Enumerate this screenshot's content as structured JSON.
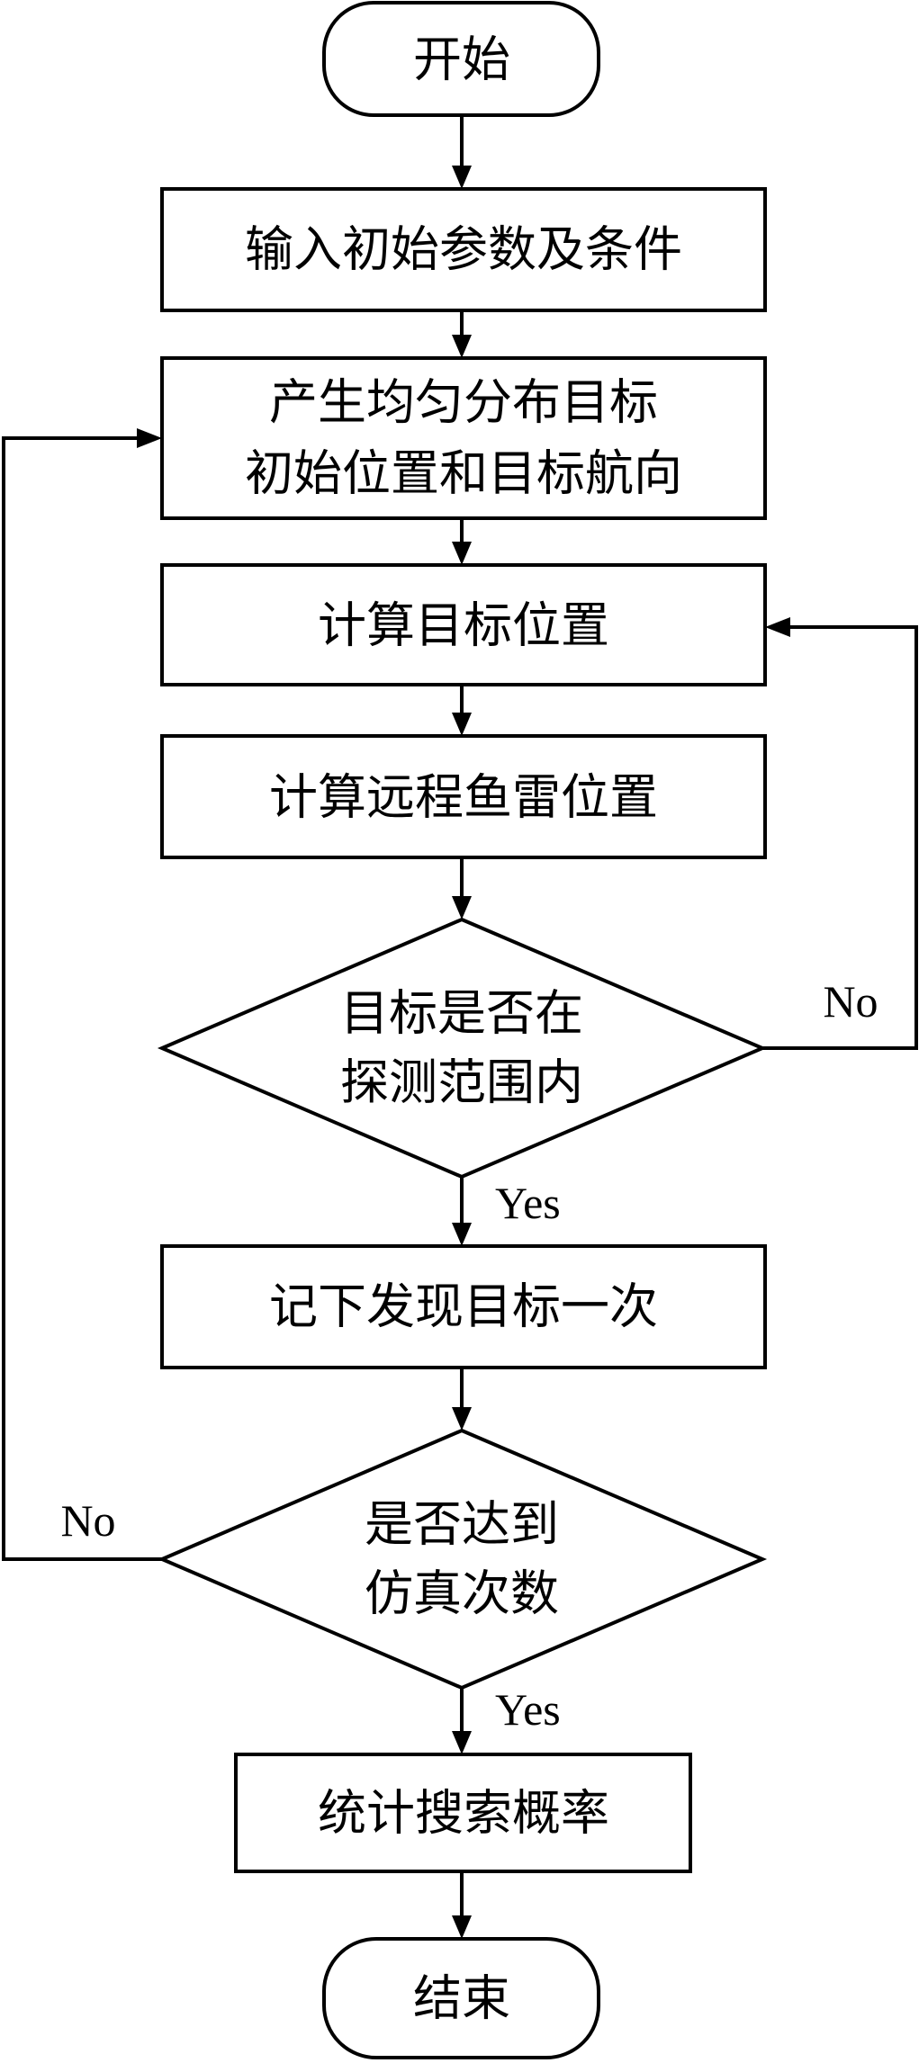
{
  "nodes": {
    "start": "开始",
    "input": "输入初始参数及条件",
    "generate_line1": "产生均匀分布目标",
    "generate_line2": "初始位置和目标航向",
    "calc_target": "计算目标位置",
    "calc_torpedo": "计算远程鱼雷位置",
    "decision1_line1": "目标是否在",
    "decision1_line2": "探测范围内",
    "record": "记下发现目标一次",
    "decision2_line1": "是否达到",
    "decision2_line2": "仿真次数",
    "stats": "统计搜索概率",
    "end": "结束"
  },
  "edge_labels": {
    "decision1_no": "No",
    "decision1_yes": "Yes",
    "decision2_no": "No",
    "decision2_yes": "Yes"
  }
}
